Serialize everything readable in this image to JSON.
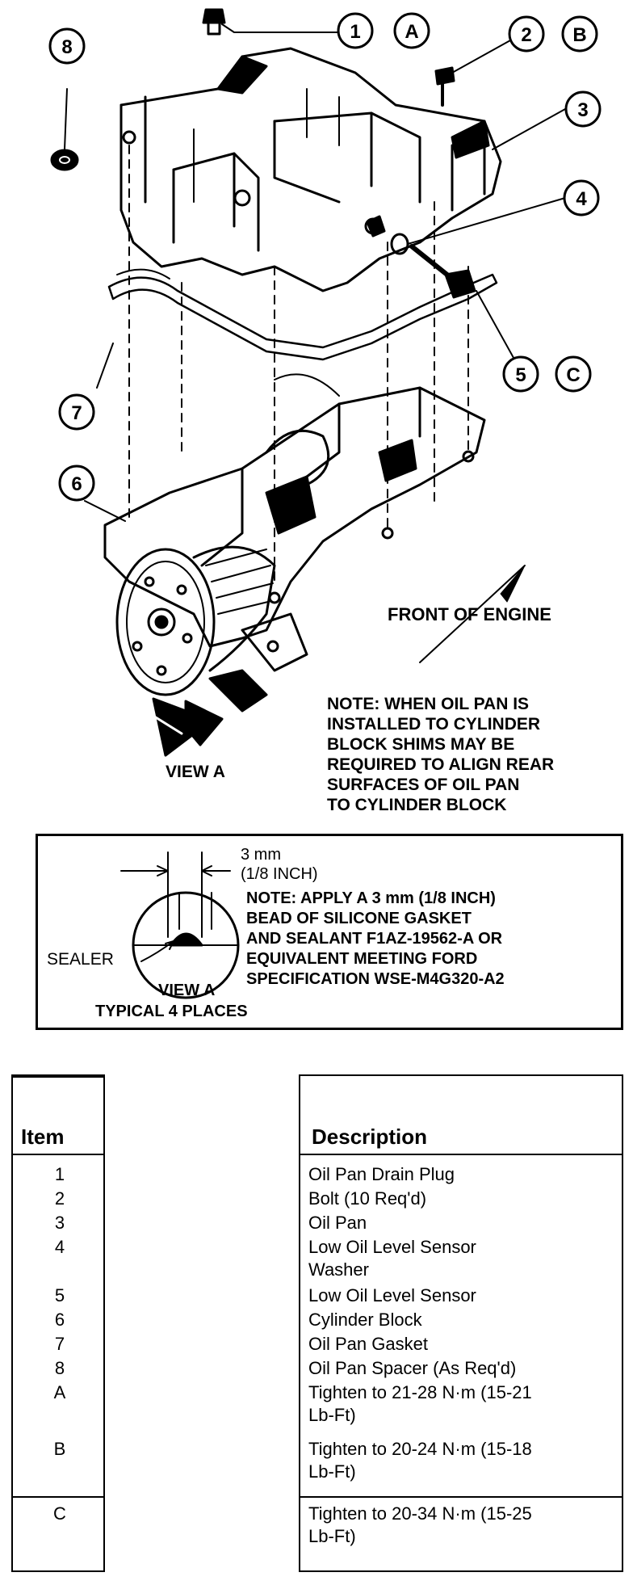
{
  "callouts": {
    "c1": "1",
    "cA": "A",
    "c2": "2",
    "cB": "B",
    "c3": "3",
    "c4": "4",
    "c5": "5",
    "cC": "C",
    "c6": "6",
    "c7": "7",
    "c8": "8"
  },
  "labels": {
    "front_of_engine": "FRONT OF ENGINE",
    "view_a": "VIEW A",
    "note_shims": [
      "NOTE: WHEN OIL PAN IS",
      "INSTALLED TO CYLINDER",
      "BLOCK SHIMS MAY BE",
      "REQUIRED TO ALIGN REAR",
      "SURFACES OF OIL PAN",
      "TO CYLINDER BLOCK"
    ]
  },
  "view_a_box": {
    "dim_mm": "3 mm",
    "dim_inch": "(1/8 INCH)",
    "sealer": "SEALER",
    "view_a": "VIEW A",
    "typical": "TYPICAL 4 PLACES",
    "note_lines": [
      "NOTE: APPLY A 3 mm (1/8 INCH)",
      "BEAD OF SILICONE GASKET",
      "AND SEALANT F1AZ-19562-A OR",
      "EQUIVALENT MEETING FORD",
      "SPECIFICATION WSE-M4G320-A2"
    ]
  },
  "parts_table": {
    "item_header": "Item",
    "description_header": "Description",
    "rows": [
      {
        "item": "1",
        "description": "Oil Pan Drain Plug"
      },
      {
        "item": "2",
        "description": "Bolt (10 Req'd)"
      },
      {
        "item": "3",
        "description": "Oil Pan"
      },
      {
        "item": "4",
        "description": "Low Oil Level Sensor\nWasher"
      },
      {
        "item": "5",
        "description": "Low Oil Level Sensor"
      },
      {
        "item": "6",
        "description": "Cylinder Block"
      },
      {
        "item": "7",
        "description": "Oil Pan Gasket"
      },
      {
        "item": "8",
        "description": "Oil Pan Spacer (As Req'd)"
      },
      {
        "item": "A",
        "description": "Tighten to 21-28 N·m (15-21\nLb-Ft)"
      },
      {
        "item": "B",
        "description": "Tighten to 20-24 N·m (15-18\nLb-Ft)"
      },
      {
        "item": "C",
        "description": "Tighten to 20-34 N·m (15-25\nLb-Ft)"
      }
    ]
  }
}
